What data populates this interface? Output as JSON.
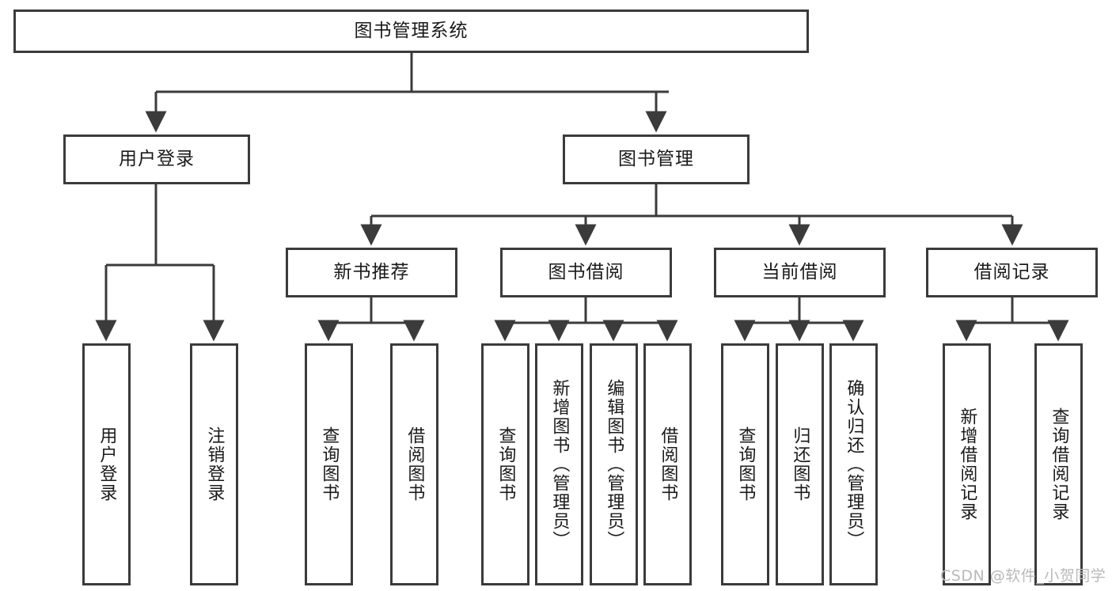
{
  "diagram": {
    "type": "tree",
    "title": "图书管理系统",
    "background": "#ffffff",
    "border_color": "#3b3b3b",
    "text_color": "#1a1a1a",
    "root": {
      "label": "图书管理系统"
    },
    "level2": [
      {
        "label": "用户登录"
      },
      {
        "label": "图书管理"
      }
    ],
    "level3": [
      {
        "label": "新书推荐"
      },
      {
        "label": "图书借阅"
      },
      {
        "label": "当前借阅"
      },
      {
        "label": "借阅记录"
      }
    ],
    "leaves": {
      "user_login": [
        {
          "label": "用户登录"
        },
        {
          "label": "注销登录"
        }
      ],
      "new_book_recommend": [
        {
          "label": "查询图书"
        },
        {
          "label": "借阅图书"
        }
      ],
      "book_borrow": [
        {
          "label": "查询图书"
        },
        {
          "label": "新增图书（管理员）"
        },
        {
          "label": "编辑图书（管理员）"
        },
        {
          "label": "借阅图书"
        }
      ],
      "current_borrow": [
        {
          "label": "查询图书"
        },
        {
          "label": "归还图书"
        },
        {
          "label": "确认归还（管理员）"
        }
      ],
      "borrow_record": [
        {
          "label": "新增借阅记录"
        },
        {
          "label": "查询借阅记录"
        }
      ]
    }
  },
  "watermark": {
    "text": "CSDN @软件_小贺同学",
    "color": "#b9b9b9"
  }
}
